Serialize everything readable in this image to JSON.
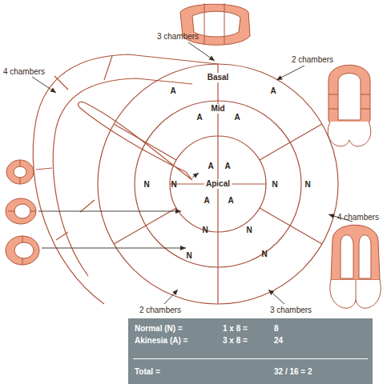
{
  "diagram": {
    "nodes": [
      {
        "text": [
          "Normal (N) =",
          "1 x 8 =",
          "8",
          "Akinesia (A) =",
          "3 x 8 =",
          "24",
          "Total =",
          "32 / 16 = 2"
        ]
      }
    ],
    "labels": [
      "3 chambers",
      "2 chambers",
      "4 chambers",
      "Basal",
      "A",
      "A",
      "Mid",
      "A",
      "A",
      "A",
      "A",
      "N",
      "N",
      "Apical",
      "N",
      "N",
      "A",
      "A",
      "4 chambers",
      "N",
      "N",
      "N",
      "N",
      "2 chambers",
      "3 chambers"
    ]
  }
}
